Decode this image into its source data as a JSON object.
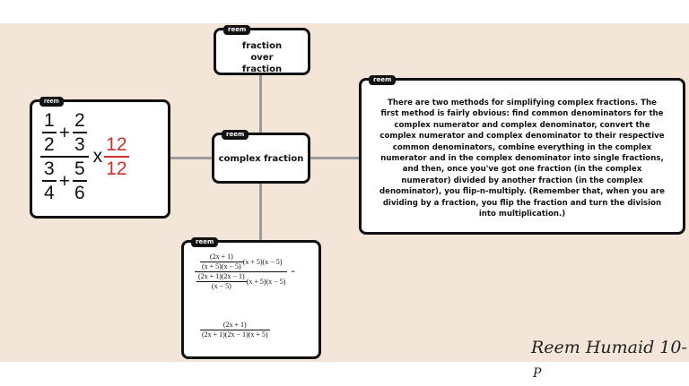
{
  "colors": {
    "background": "#f3e6d8",
    "connector": "#9b9b9b",
    "card_border": "#111111",
    "accent_red": "#d32e2e"
  },
  "central_node": {
    "tag": "reem",
    "label": "complex fraction"
  },
  "top_node": {
    "tag": "reem",
    "label": "fraction over fraction"
  },
  "left_node": {
    "tag": "reem",
    "expression": {
      "top_terms": [
        {
          "num": "1",
          "den": "2"
        },
        {
          "num": "2",
          "den": "3"
        }
      ],
      "bottom_terms": [
        {
          "num": "3",
          "den": "4"
        },
        {
          "num": "5",
          "den": "6"
        }
      ],
      "plus": "+",
      "times": "x",
      "multiplier": {
        "num": "12",
        "den": "12"
      }
    }
  },
  "right_node": {
    "tag": "reem",
    "text": "There are two methods for simplifying complex fractions. The first method is fairly obvious: find common denominators for the complex numerator and complex denominator, convert the complex numerator and complex denominator to their respective common denominators, combine everything in the complex numerator and in the complex denominator into single fractions, and then, once you've got one fraction (in the complex numerator) divided by another fraction (in the complex denominator), you flip-n-multiply. (Remember that, when you are dividing by a fraction, you flip the fraction and turn the division into multiplication.)"
  },
  "bottom_node": {
    "tag": "reem",
    "eq1": {
      "top": {
        "num": "(2x + 1)",
        "den": "(x + 5)(x − 5)"
      },
      "top_factor": "(x + 5)(x − 5)",
      "bottom": {
        "num": "(2x + 1)(2x − 1)",
        "den": "(x − 5)"
      },
      "bottom_factor": "(x + 5)(x − 5)",
      "equals": "="
    },
    "eq2": {
      "num": "(2x + 1)",
      "den": "(2x + 1)(2x − 1)(x + 5)"
    }
  },
  "signature": {
    "line1": "Reem Humaid 10-",
    "line2": "P"
  }
}
